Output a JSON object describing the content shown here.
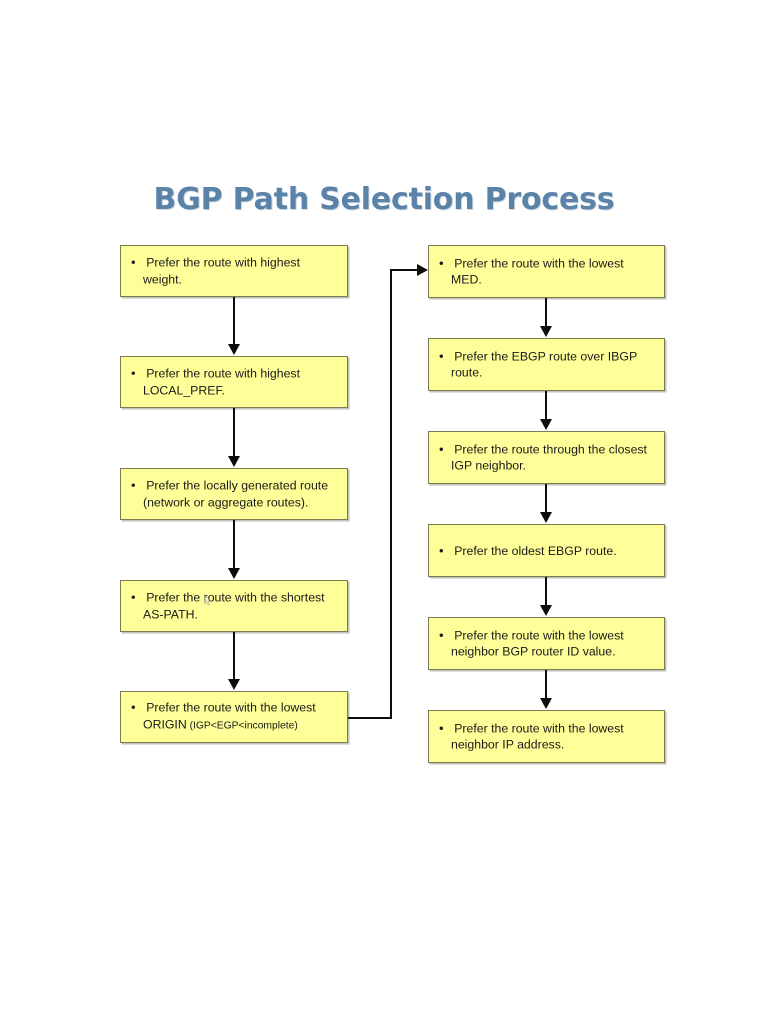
{
  "document": {
    "title": "BGP Path Selection Process",
    "background_color": "#ffffff",
    "title_color": "#5b83a8"
  },
  "diagram": {
    "type": "flowchart",
    "box_fill_color": "#ffff99",
    "box_border_color": "#7a7a55",
    "connector_color": "#0d0d0d",
    "bullet_glyph": "•",
    "columns": [
      {
        "name": "left-column",
        "steps": [
          {
            "index": "1",
            "bullet": "•",
            "line1": "Prefer the route with highest",
            "line2": "weight.",
            "line2_small": ""
          },
          {
            "index": "2",
            "bullet": "•",
            "line1": "Prefer the route with highest",
            "line2": "LOCAL_PREF.",
            "line2_small": ""
          },
          {
            "index": "3",
            "bullet": "•",
            "line1": "Prefer the locally generated route",
            "line2": "(network or aggregate routes).",
            "line2_small": ""
          },
          {
            "index": "4",
            "bullet": "•",
            "line1": "Prefer the route with the shortest",
            "line2": "AS-PATH.",
            "line2_small": ""
          },
          {
            "index": "5",
            "bullet": "•",
            "line1": "Prefer the route with the lowest",
            "line2": "ORIGIN",
            "line2_small": "(IGP<EGP<incomplete)"
          }
        ]
      },
      {
        "name": "right-column",
        "steps": [
          {
            "index": "6",
            "bullet": "•",
            "line1": "Prefer the route with the lowest",
            "line2": "MED.",
            "line2_small": ""
          },
          {
            "index": "7",
            "bullet": "•",
            "line1": "Prefer the EBGP route over IBGP",
            "line2": "route.",
            "line2_small": ""
          },
          {
            "index": "8",
            "bullet": "•",
            "line1": "Prefer the route through the closest",
            "line2": "IGP neighbor.",
            "line2_small": ""
          },
          {
            "index": "9",
            "bullet": "•",
            "line1": "Prefer the oldest EBGP route.",
            "line2": "",
            "line2_small": ""
          },
          {
            "index": "10",
            "bullet": "•",
            "line1": "Prefer the route with the lowest",
            "line2": "neighbor BGP router ID value.",
            "line2_small": ""
          },
          {
            "index": "11",
            "bullet": "•",
            "line1": "Prefer the route with the lowest",
            "line2": "neighbor IP address.",
            "line2_small": ""
          }
        ]
      }
    ]
  }
}
